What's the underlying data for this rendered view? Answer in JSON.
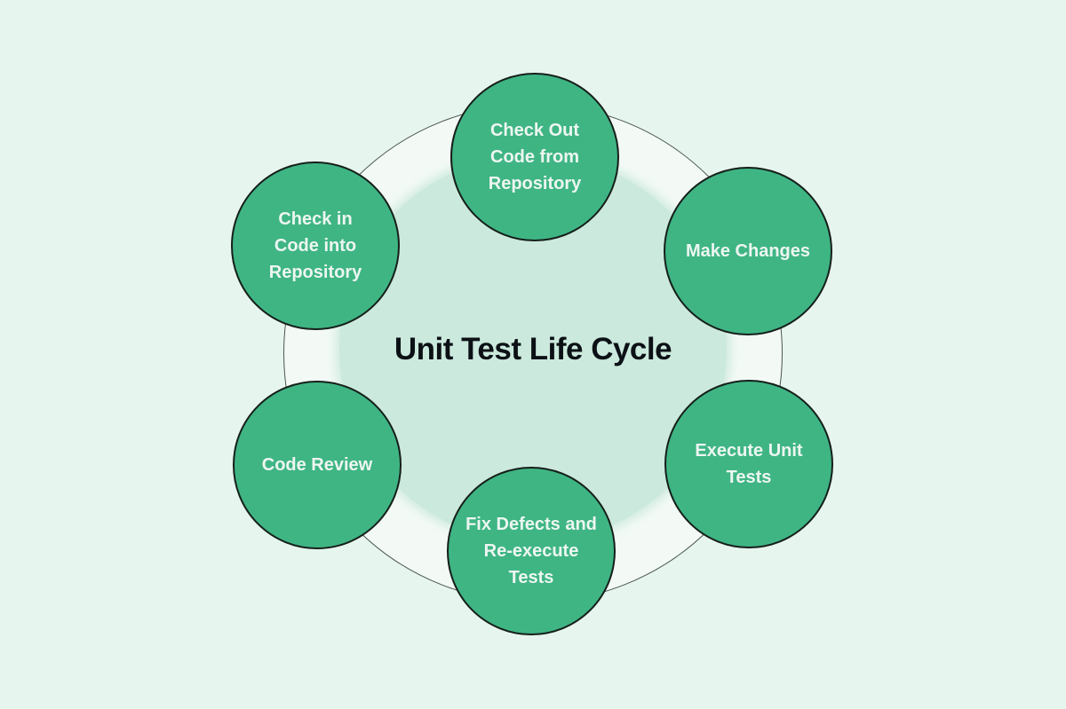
{
  "diagram": {
    "title": "Unit Test Life Cycle",
    "type": "cycle",
    "nodes": [
      {
        "id": "check-out-code-from-repository",
        "position": "top",
        "label": "Check Out\nCode from\nRepository"
      },
      {
        "id": "make-changes",
        "position": "top-right",
        "label": "Make Changes"
      },
      {
        "id": "execute-unit-tests",
        "position": "bottom-right",
        "label": "Execute Unit\nTests"
      },
      {
        "id": "fix-defects-and-re-execute-tests",
        "position": "bottom",
        "label": "Fix Defects and\nRe-execute\nTests"
      },
      {
        "id": "code-review",
        "position": "bottom-left",
        "label": "Code Review"
      },
      {
        "id": "check-in-code-into-repository",
        "position": "top-left",
        "label": "Check in\nCode into\nRepository"
      }
    ],
    "colors": {
      "page_background": "#e6f5ed",
      "ring_fill": "#f2faf6",
      "ring_stroke": "#4a554e",
      "center_circle": "#cbe9dc",
      "node_fill": "#3fb584",
      "node_border": "#151f1a",
      "node_text": "#edf6f1",
      "title_text": "#0c1116"
    }
  }
}
